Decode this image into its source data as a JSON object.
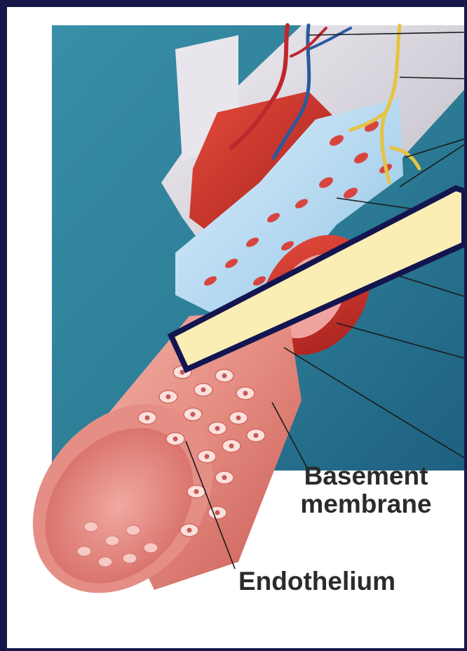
{
  "labels": {
    "basement_line1": "Basement",
    "basement_line2": "membrane",
    "endothelium": "Endothelium"
  },
  "colors": {
    "frame": "#16184a",
    "background_panel": "#2f7f9a",
    "vessel_red": "#d9534f",
    "elastic_layer": "#a9d4ef",
    "adventitia": "#d8d5dc",
    "nerve": "#e6c341",
    "overlay_box": "#fbeeb5",
    "overlay_border": "#131550"
  }
}
